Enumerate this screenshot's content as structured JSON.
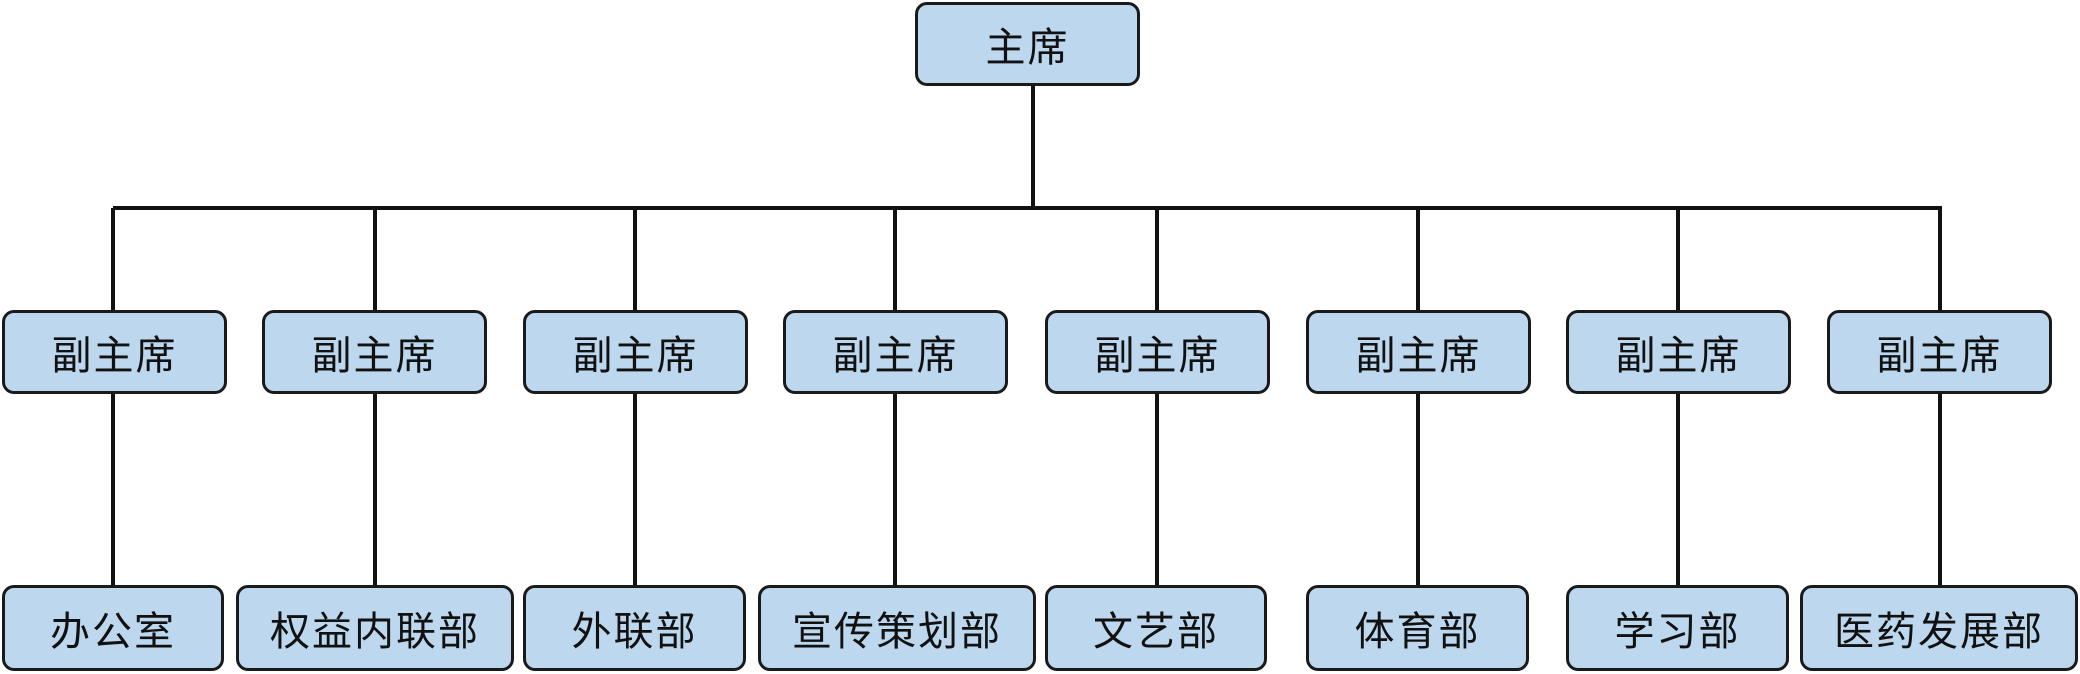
{
  "org_chart": {
    "root": {
      "label": "主席"
    },
    "branches": [
      {
        "vice": "副主席",
        "department": "办公室"
      },
      {
        "vice": "副主席",
        "department": "权益内联部"
      },
      {
        "vice": "副主席",
        "department": "外联部"
      },
      {
        "vice": "副主席",
        "department": "宣传策划部"
      },
      {
        "vice": "副主席",
        "department": "文艺部"
      },
      {
        "vice": "副主席",
        "department": "体育部"
      },
      {
        "vice": "副主席",
        "department": "学习部"
      },
      {
        "vice": "副主席",
        "department": "医药发展部"
      }
    ]
  },
  "colors": {
    "node_fill": "#bdd7ee",
    "node_border": "#1a1a1a",
    "connector": "#111111"
  }
}
